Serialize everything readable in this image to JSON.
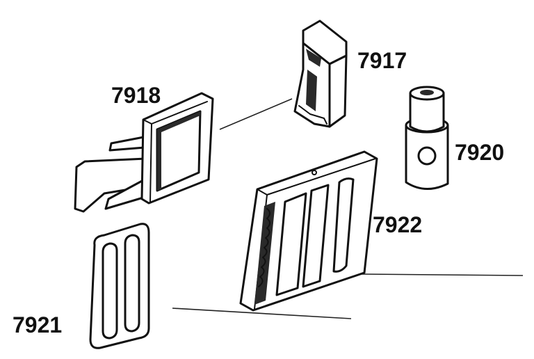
{
  "parts": [
    {
      "id": "7917",
      "label": "7917"
    },
    {
      "id": "7918",
      "label": "7918"
    },
    {
      "id": "7920",
      "label": "7920"
    },
    {
      "id": "7921",
      "label": "7921"
    },
    {
      "id": "7922",
      "label": "7922"
    }
  ]
}
